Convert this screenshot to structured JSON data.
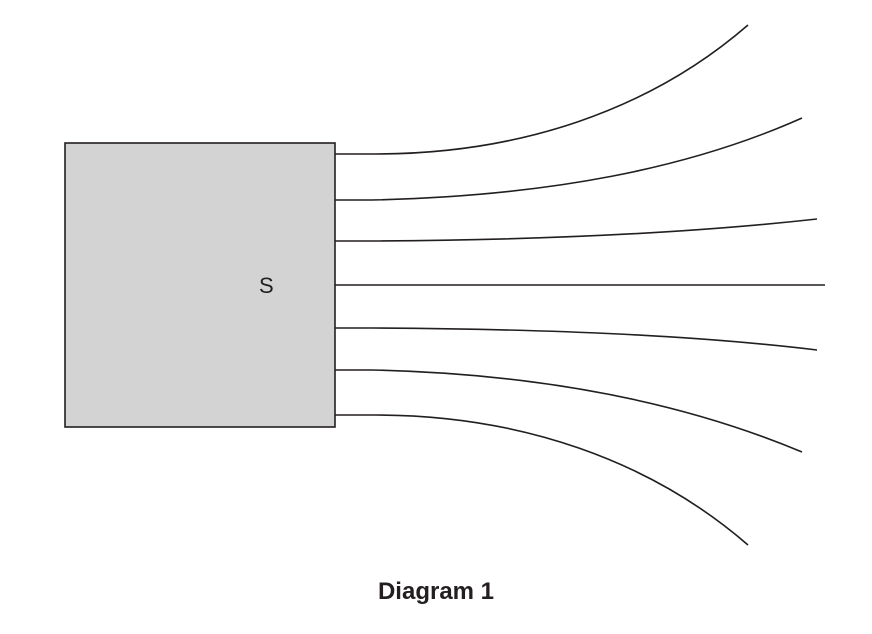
{
  "diagram": {
    "pole_label": "S",
    "caption": "Diagram 1",
    "magnet_fill": "#d3d3d3",
    "line_color": "#231f20",
    "field_lines": [
      "field-line-1",
      "field-line-2",
      "field-line-3",
      "field-line-4",
      "field-line-5",
      "field-line-6",
      "field-line-7"
    ]
  }
}
